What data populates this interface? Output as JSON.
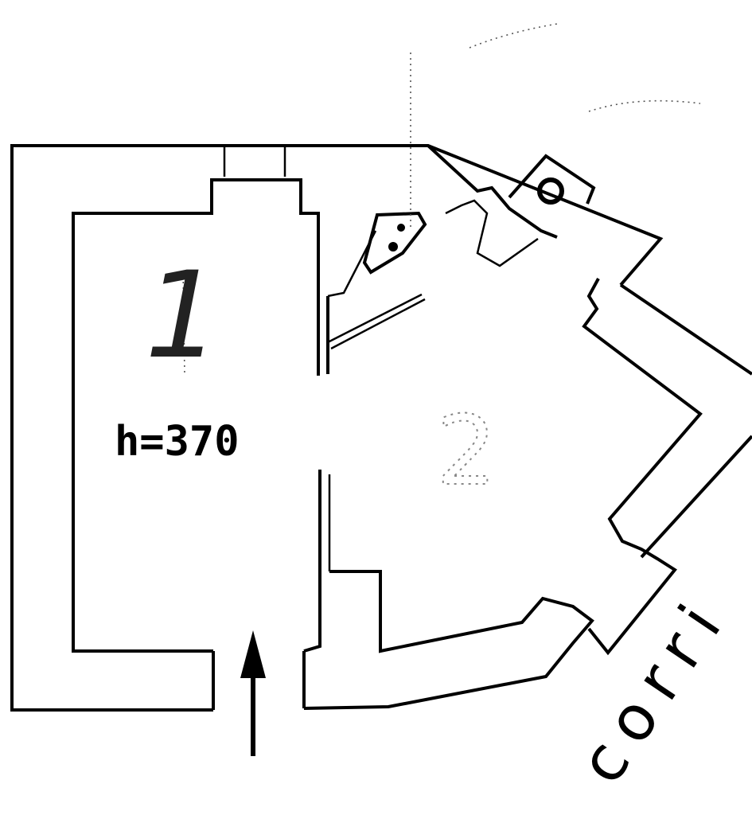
{
  "plan": {
    "room_1_label": "1",
    "room_2_label": "2",
    "height_label": "h=370",
    "corridor_label": "corri"
  },
  "colors": {
    "ink": "#000000",
    "paper": "#ffffff"
  }
}
